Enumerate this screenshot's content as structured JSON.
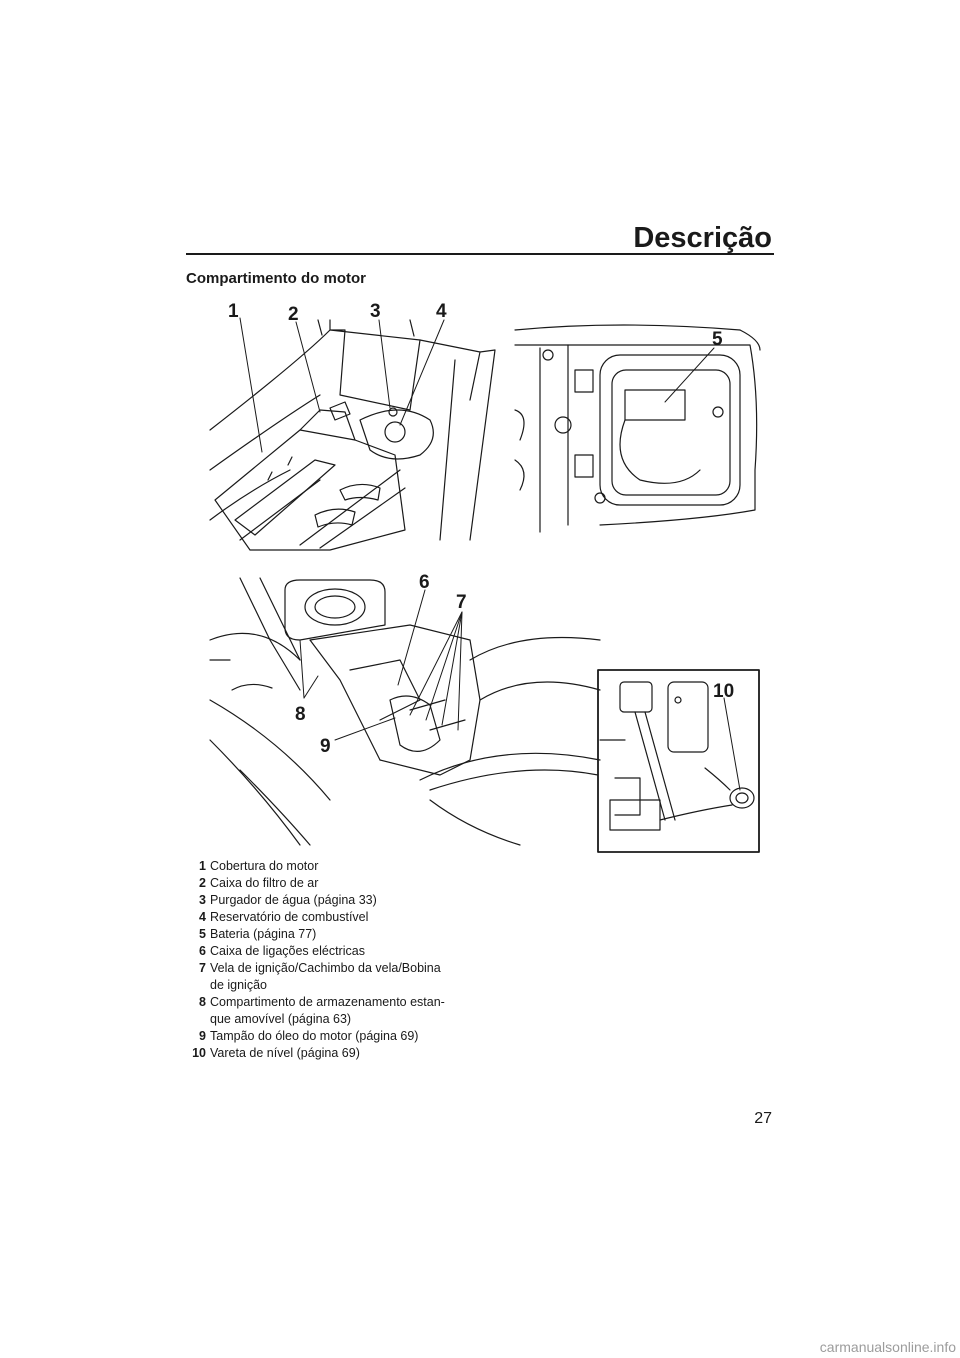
{
  "header": {
    "title": "Descrição"
  },
  "section": {
    "heading": "Compartimento do motor"
  },
  "figure": {
    "callouts": [
      "1",
      "2",
      "3",
      "4",
      "5",
      "6",
      "7",
      "8",
      "9",
      "10"
    ]
  },
  "legend": [
    {
      "num": "1",
      "lines": [
        "Cobertura do motor"
      ]
    },
    {
      "num": "2",
      "lines": [
        "Caixa do filtro de ar"
      ]
    },
    {
      "num": "3",
      "lines": [
        "Purgador de água (página 33)"
      ]
    },
    {
      "num": "4",
      "lines": [
        "Reservatório de combustível"
      ]
    },
    {
      "num": "5",
      "lines": [
        "Bateria (página 77)"
      ]
    },
    {
      "num": "6",
      "lines": [
        "Caixa de ligações eléctricas"
      ]
    },
    {
      "num": "7",
      "lines": [
        "Vela de ignição/Cachimbo da vela/Bobina",
        "de ignição"
      ]
    },
    {
      "num": "8",
      "lines": [
        "Compartimento de armazenamento estan-",
        "que amovível (página 63)"
      ]
    },
    {
      "num": "9",
      "lines": [
        "Tampão do óleo do motor (página 69)"
      ]
    },
    {
      "num": "10",
      "lines": [
        "Vareta de nível (página 69)"
      ]
    }
  ],
  "footer": {
    "page_number": "27",
    "watermark": "carmanualsonline.info"
  }
}
